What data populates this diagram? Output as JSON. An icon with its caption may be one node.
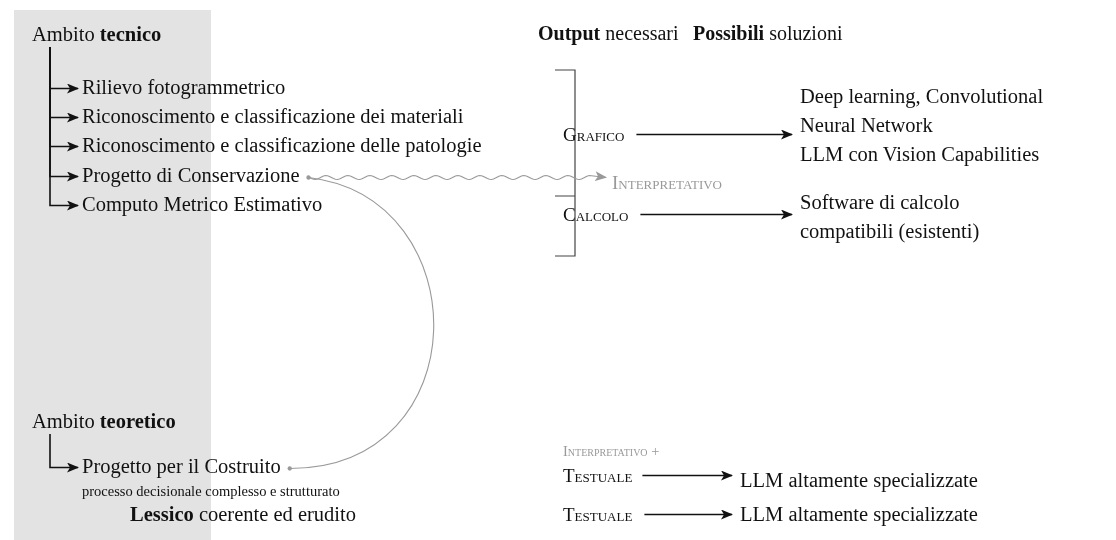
{
  "diagram": {
    "nodes": [
      {
        "text": [
          "Ambito **tecnico**"
        ]
      },
      {
        "text": [
          "Rilievo fotogrammetrico"
        ]
      },
      {
        "text": [
          "Riconoscimento e classificazione dei materiali"
        ]
      },
      {
        "text": [
          "Riconoscimento e classificazione delle patologie"
        ]
      },
      {
        "text": [
          "Progetto di Conservazione"
        ]
      },
      {
        "text": [
          "Computo Metrico Estimativo"
        ]
      },
      {
        "text": [
          "Grafico"
        ]
      },
      {
        "text": [
          "Interpretativo"
        ]
      },
      {
        "text": [
          "Calcolo"
        ]
      },
      {
        "text": [
          "Deep learning, Convolutional Neural Network",
          "LLM con Vision Capabilities"
        ]
      },
      {
        "text": [
          "Software di calcolo compatibili (esistenti)"
        ]
      },
      {
        "text": [
          "Ambito **teoretico**"
        ]
      },
      {
        "text": [
          "Progetto per il Costruito",
          "processo decisionale complesso e strutturato"
        ]
      },
      {
        "text": [
          "Interpretativo +",
          "Testuale"
        ]
      },
      {
        "text": [
          "LLM altamente specializzate"
        ]
      },
      {
        "text": [
          "**Lessico** coerente ed erudito"
        ]
      },
      {
        "text": [
          "Testuale"
        ]
      },
      {
        "text": [
          "LLM altamente specializzate"
        ]
      }
    ],
    "edges": [
      {
        "from": 0,
        "to": 1,
        "arrow": "to"
      },
      {
        "from": 0,
        "to": 2,
        "arrow": "to"
      },
      {
        "from": 0,
        "to": 3,
        "arrow": "to"
      },
      {
        "from": 0,
        "to": 4,
        "arrow": "to"
      },
      {
        "from": 0,
        "to": 5,
        "arrow": "to"
      },
      {
        "from": 4,
        "to": 7,
        "arrow": "to",
        "color": "#999999"
      },
      {
        "from": 6,
        "to": 9,
        "arrow": "to"
      },
      {
        "from": 8,
        "to": 10,
        "arrow": "to"
      },
      {
        "from": 4,
        "to": 12,
        "arrow": "other",
        "color": "#999999"
      },
      {
        "from": 11,
        "to": 12,
        "arrow": "to"
      },
      {
        "from": 13,
        "to": 14,
        "arrow": "to"
      },
      {
        "from": 16,
        "to": 17,
        "arrow": "to"
      }
    ],
    "labels": [
      "**Output** necessari",
      "**Possibili** soluzioni"
    ]
  }
}
